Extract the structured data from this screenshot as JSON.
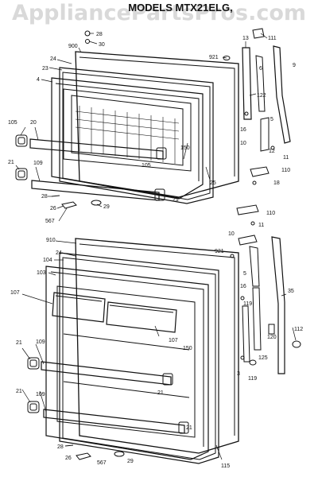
{
  "watermark": "AppliancePartsPros.com",
  "title": "MODELS MTX21ELG,",
  "colors": {
    "ink": "#111111",
    "watermark": "#8a8a8a"
  },
  "callouts": {
    "c28a": "28",
    "c30": "30",
    "c900": "900",
    "c921a": "921",
    "c24a": "24",
    "c23": "23",
    "c4": "4",
    "c13": "13",
    "c111": "111",
    "c6": "6",
    "c9": "9",
    "c122": "122",
    "c16a": "16",
    "c10": "10",
    "c5a": "5",
    "c12": "12",
    "c11a": "11",
    "c110a": "110",
    "c18": "18",
    "c105a": "105",
    "c20": "20",
    "c150a": "150",
    "c105b": "105",
    "c25": "25",
    "c21a": "21",
    "c109a": "109",
    "c28b": "28",
    "c21b": "21",
    "c26a": "26",
    "c29a": "29",
    "c567a": "567",
    "c110b": "110",
    "c11b": "11",
    "c10b": "10",
    "c910": "910",
    "c921b": "921",
    "c24b": "24",
    "c104": "104",
    "c103": "103",
    "c107a": "107",
    "c107b": "107",
    "c5b": "5",
    "c35": "35",
    "c16b": "16",
    "c119a": "119",
    "c120": "120",
    "c112": "112",
    "c125": "125",
    "c3": "3",
    "c119b": "119",
    "c21c": "21",
    "c109b": "109",
    "c150b": "150",
    "c21d": "21",
    "c21e": "21",
    "c109c": "109",
    "c21f": "21",
    "c115": "115",
    "c28c": "28",
    "c26b": "26",
    "c567b": "567",
    "c29b": "29"
  }
}
